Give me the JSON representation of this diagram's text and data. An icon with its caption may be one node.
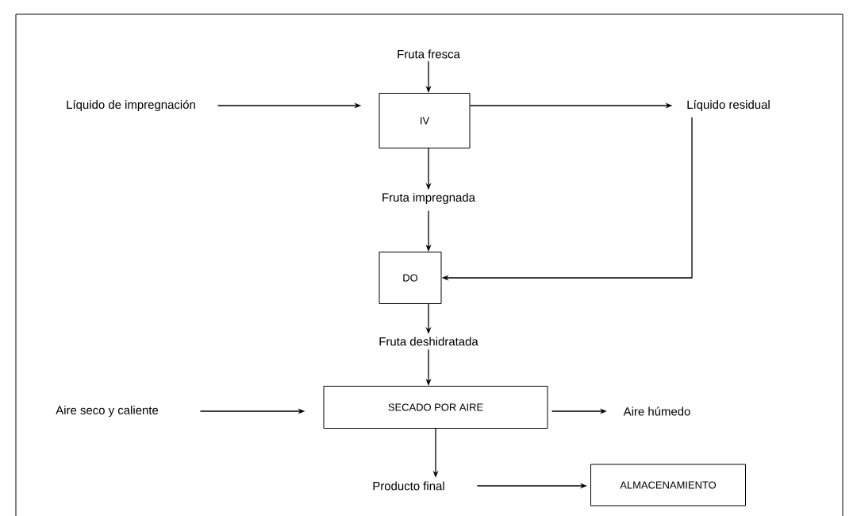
{
  "diagram": {
    "nodes": [
      {
        "text": [
          "Fruta fresca"
        ]
      },
      {
        "text": [
          "IV"
        ]
      },
      {
        "text": [
          "Líquido de impregnación"
        ]
      },
      {
        "text": [
          "Líquido residual"
        ]
      },
      {
        "text": [
          "Fruta impregnada"
        ]
      },
      {
        "text": [
          "DO"
        ]
      },
      {
        "text": [
          "Fruta deshidratada"
        ]
      },
      {
        "text": [
          "SECADO POR AIRE"
        ]
      },
      {
        "text": [
          "Aire seco y caliente"
        ]
      },
      {
        "text": [
          "Aire húmedo"
        ]
      },
      {
        "text": [
          "Producto final"
        ]
      },
      {
        "text": [
          "ALMACENAMIENTO"
        ]
      }
    ],
    "edges": [
      {
        "from": 0,
        "to": 1,
        "arrow": "to"
      },
      {
        "from": 2,
        "to": 1,
        "arrow": "to"
      },
      {
        "from": 1,
        "to": 3,
        "arrow": "to"
      },
      {
        "from": 1,
        "to": 4,
        "arrow": "to"
      },
      {
        "from": 4,
        "to": 5,
        "arrow": "to"
      },
      {
        "from": 3,
        "to": 5,
        "arrow": "to"
      },
      {
        "from": 5,
        "to": 6,
        "arrow": "to"
      },
      {
        "from": 6,
        "to": 7,
        "arrow": "to"
      },
      {
        "from": 8,
        "to": 7,
        "arrow": "to"
      },
      {
        "from": 7,
        "to": 9,
        "arrow": "to"
      },
      {
        "from": 7,
        "to": 10,
        "arrow": "to"
      },
      {
        "from": 10,
        "to": 11,
        "arrow": "to"
      }
    ]
  }
}
